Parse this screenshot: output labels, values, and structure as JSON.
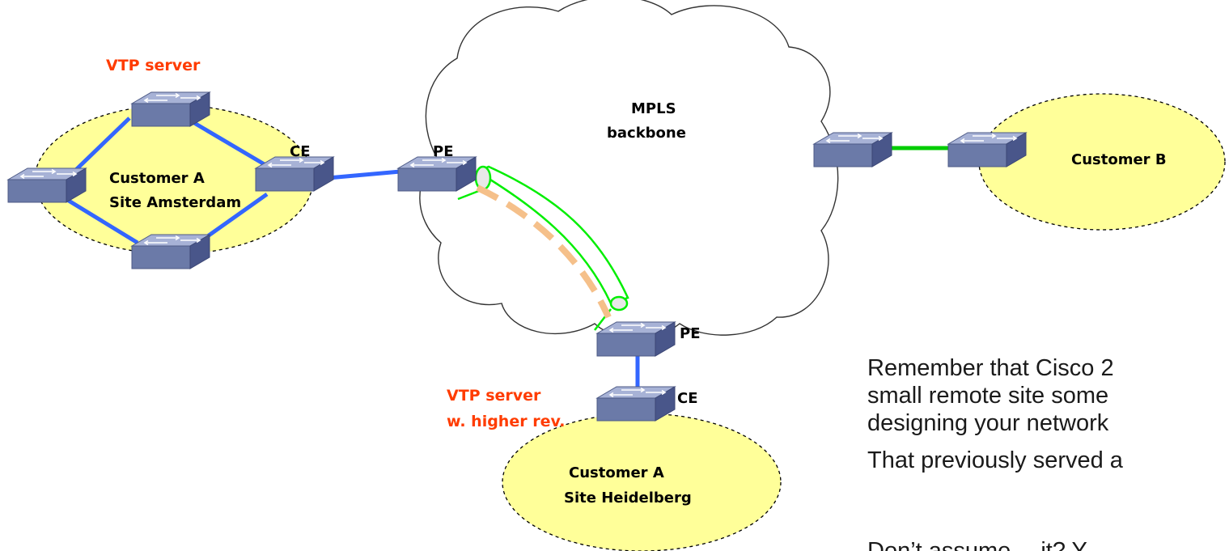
{
  "labels": {
    "vtp_server": "VTP server",
    "vtp_server_higher_1": "VTP server",
    "vtp_server_higher_2": "w. higher rev.",
    "mpls_1": "MPLS",
    "mpls_2": "backbone",
    "ce_amsterdam": "CE",
    "pe_amsterdam": "PE",
    "pe_heidelberg": "PE",
    "ce_heidelberg": "CE",
    "site_amsterdam_1": "Customer  A",
    "site_amsterdam_2": "Site Amsterdam",
    "site_heidelberg_1": "Customer  A",
    "site_heidelberg_2": "Site Heidelberg",
    "customer_b": "Customer B"
  },
  "note": {
    "line1": "Remember that Cisco 2",
    "line2": "small remote site some",
    "line3": "designing your network",
    "line4": "That previously served a",
    "line5": "Don’t assume… it? Y"
  },
  "colors": {
    "customer_site_fill": "#ffff99",
    "lan_link": "#3366ff",
    "customer_b_link": "#00cc00",
    "pseudowire_tube": "#00ee00",
    "pseudowire_path": "#f5c08a",
    "vtp_label": "#ff3c00",
    "switch_body": "#6b7aa8"
  },
  "icons": [
    "switch-icon",
    "cloud-icon"
  ]
}
